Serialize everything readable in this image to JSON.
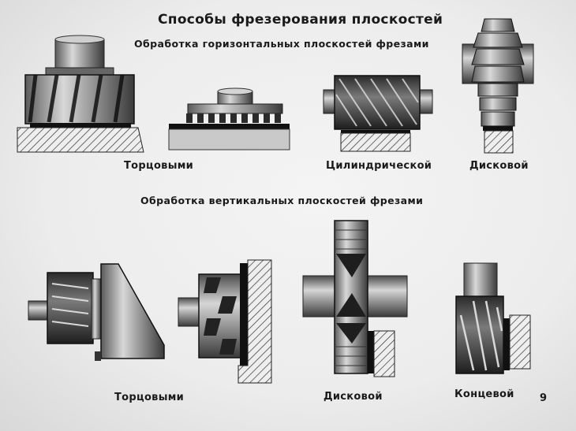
{
  "title": "Способы фрезерования плоскостей",
  "section_horizontal": {
    "heading": "Обработка горизонтальных плоскостей фрезами",
    "labels": {
      "face": "Торцовыми",
      "cylindrical": "Цилиндрической",
      "disk": "Дисковой"
    }
  },
  "section_vertical": {
    "heading": "Обработка вертикальных плоскостей фрезами",
    "labels": {
      "face": "Торцовыми",
      "disk": "Дисковой",
      "end": "Концевой"
    }
  },
  "page_number": "9"
}
